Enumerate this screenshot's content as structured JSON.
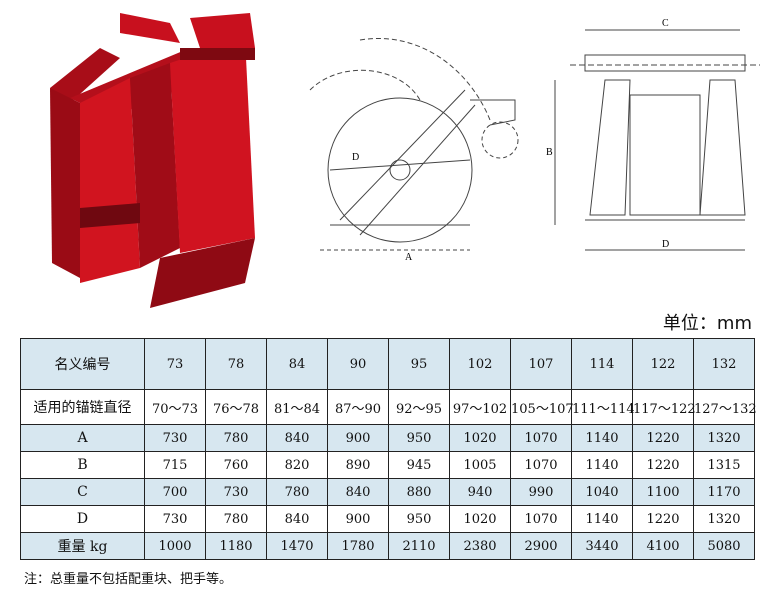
{
  "unit_label": "单位：mm",
  "drawing_labels": {
    "left_dim_a": "A",
    "left_dim_d": "D",
    "right_dim_b": "B",
    "right_dim_c": "C",
    "right_dim_d": "D"
  },
  "table": {
    "header": [
      "名义编号",
      "73",
      "78",
      "84",
      "90",
      "95",
      "102",
      "107",
      "114",
      "122",
      "132"
    ],
    "rows": [
      {
        "label": "适用的锚链直径",
        "values": [
          "70～73",
          "76～78",
          "81～84",
          "87～90",
          "92～95",
          "97～102",
          "105～107",
          "111～114",
          "117～122",
          "127～132"
        ]
      },
      {
        "label": "A",
        "values": [
          "730",
          "780",
          "840",
          "900",
          "950",
          "1020",
          "1070",
          "1140",
          "1220",
          "1320"
        ]
      },
      {
        "label": "B",
        "values": [
          "715",
          "760",
          "820",
          "890",
          "945",
          "1005",
          "1070",
          "1140",
          "1220",
          "1315"
        ]
      },
      {
        "label": "C",
        "values": [
          "700",
          "730",
          "780",
          "840",
          "880",
          "940",
          "990",
          "1040",
          "1100",
          "1170"
        ]
      },
      {
        "label": "D",
        "values": [
          "730",
          "780",
          "840",
          "900",
          "950",
          "1020",
          "1070",
          "1140",
          "1220",
          "1320"
        ]
      },
      {
        "label": "重量 kg",
        "values": [
          "1000",
          "1180",
          "1470",
          "1780",
          "2110",
          "2380",
          "2900",
          "3440",
          "4100",
          "5080"
        ]
      }
    ]
  },
  "note": "注：总重量不包括配重块、把手等。",
  "colors": {
    "header_bg": "#d7e7f0",
    "photo_red": "#c8101e"
  }
}
